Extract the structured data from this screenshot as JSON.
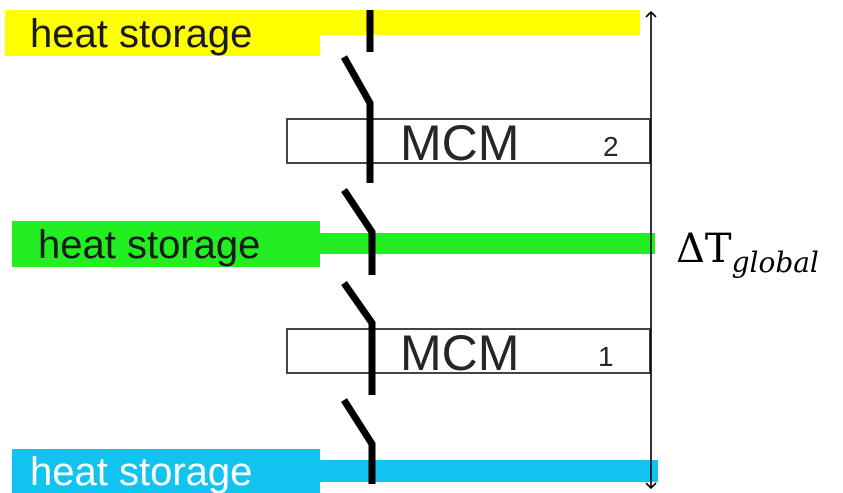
{
  "diagram": {
    "storages": [
      {
        "label": "heat storage",
        "color": "#FFFF00"
      },
      {
        "label": "heat storage",
        "color": "#22EE22"
      },
      {
        "label": "heat storage",
        "color": "#11C4F0"
      }
    ],
    "modules": [
      {
        "label": "MCM",
        "index": "2"
      },
      {
        "label": "MCM",
        "index": "1"
      }
    ],
    "delta": {
      "symbol": "ΔT",
      "subscript": "global"
    }
  }
}
